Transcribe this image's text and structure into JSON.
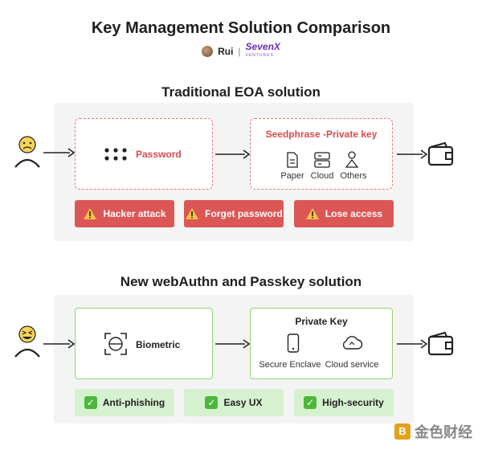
{
  "header": {
    "title": "Key Management Solution Comparison",
    "author": "Rui",
    "separator": "|",
    "brand": "SevenX",
    "brand_sub": "VENTURES"
  },
  "traditional": {
    "title": "Traditional EOA solution",
    "password_label": "Password",
    "key_title": "Seedphrase -Private key",
    "storage": [
      "Paper",
      "Cloud",
      "Others"
    ],
    "risks": [
      "Hacker attack",
      "Forget password",
      "Lose access"
    ],
    "user_icon": "worried-user-icon",
    "wallet_icon": "wallet-icon",
    "accent": "#dc5656"
  },
  "modern": {
    "title": "New webAuthn and Passkey solution",
    "auth_label": "Biometric",
    "key_title": "Private Key",
    "storage": [
      "Secure Enclave",
      "Cloud service"
    ],
    "benefits": [
      "Anti-phishing",
      "Easy UX",
      "High-security"
    ],
    "user_icon": "happy-user-icon",
    "wallet_icon": "wallet-icon",
    "accent": "#4cb83b"
  },
  "watermark": {
    "text": "金色财经"
  }
}
